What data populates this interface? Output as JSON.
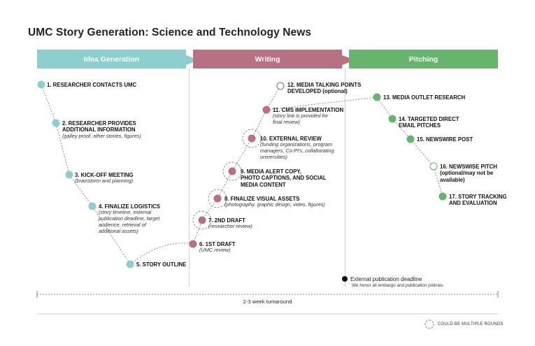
{
  "title": "UMC Story Generation: Science and Technology News",
  "phases": [
    {
      "label": "Idea Generation",
      "color": "#8ccfce"
    },
    {
      "label": "Writing",
      "color": "#b87083"
    },
    {
      "label": "Pitching",
      "color": "#67b46c"
    }
  ],
  "steps": [
    {
      "label": "1. RESEARCHER CONTACTS UMC",
      "sub": ""
    },
    {
      "label": "2. RESEARCHER PROVIDES\nADDITIONAL INFORMATION",
      "sub": "(galley proof, other stories, figures)"
    },
    {
      "label": "3. KICK-OFF MEETING",
      "sub": "(brainstorm and planning)"
    },
    {
      "label": "4. FINALIZE LOGISTICS",
      "sub": "(story timeline, external\npublication deadline, target\naudience, retrieval of\nadditional assets)"
    },
    {
      "label": "5. STORY OUTLINE",
      "sub": ""
    },
    {
      "label": "6. 1ST DRAFT",
      "sub": "(UMC review)"
    },
    {
      "label": "7. 2ND DRAFT",
      "sub": "(researcher review)"
    },
    {
      "label": "8. FINALIZE VISUAL ASSETS",
      "sub": "(photography, graphic design, video, figures)"
    },
    {
      "label": "9. MEDIA ALERT COPY,\nPHOTO CAPTIONS, AND SOCIAL\nMEDIA CONTENT",
      "sub": ""
    },
    {
      "label": "10. EXTERNAL REVIEW",
      "sub": "(funding organizations, program\nmanagers, Co-PI's, collaborating\nuniversities)"
    },
    {
      "label": "11. CMS IMPLEMENTATION",
      "sub": "(story link is provided for\nfinal review)"
    },
    {
      "label": "12. MEDIA TALKING POINTS\nDEVELOPED (optional)",
      "sub": ""
    },
    {
      "label": "13. MEDIA OUTLET RESEARCH",
      "sub": ""
    },
    {
      "label": "14. TARGETED DIRECT\nEMAIL PITCHES",
      "sub": ""
    },
    {
      "label": "15. NEWSWIRE POST",
      "sub": ""
    },
    {
      "label": "16. NEWSWISE PITCH\n(optional/may not be\navailable)",
      "sub": ""
    },
    {
      "label": "17. STORY TRACKING\nAND EVALUATION",
      "sub": ""
    }
  ],
  "deadline": {
    "label": "External publication deadline",
    "note": "We honor all embargo and publication policies"
  },
  "turnaround": "2-3 week turnaround",
  "legend": "COULD BE MULTIPLE ROUNDS"
}
